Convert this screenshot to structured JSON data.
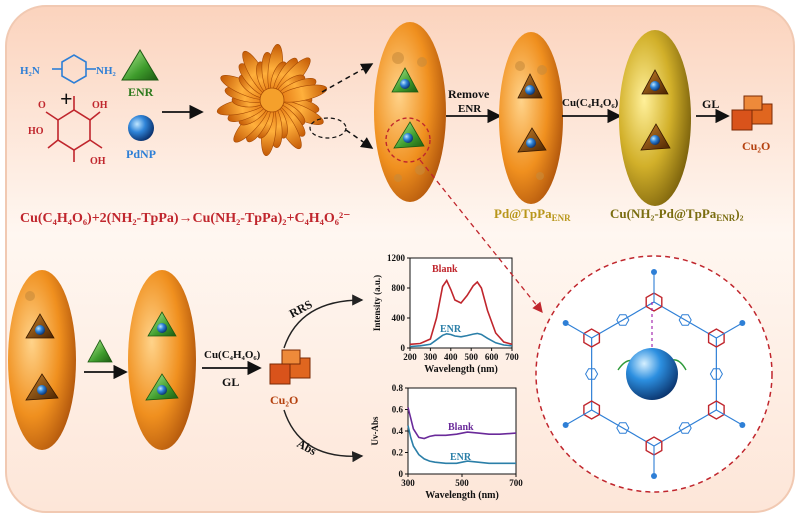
{
  "top_panel": {
    "reactant_amine": "H2N—C6H4—NH2",
    "reactant_amine_parts": [
      "H₂N",
      "NH₂"
    ],
    "reactant_aldehyde_parts": [
      "O",
      "OH",
      "HO",
      "OH"
    ],
    "plus": "+",
    "enr_label": "ENR",
    "pdnp_label": "PdNP",
    "remove_label_1": "Remove",
    "remove_label_2": "ENR",
    "cu_tartrate_label": "Cu(C₄H₄O₆)",
    "gl_label": "GL",
    "cu2o_label": "Cu₂O",
    "pd_tppa_label": "Pd@TpPa",
    "pd_tppa_sub": "ENR",
    "cu_complex_label": "Cu(NH₂-Pd@TpPa",
    "cu_complex_sub": "ENR",
    "cu_complex_suffix": ")₂",
    "equation": "Cu(C₄H₄O₆)+2(NH₂-TpPa)→Cu(NH₂-TpPa)₂+C₄H₄O₆²⁻"
  },
  "bottom_panel": {
    "cu_tartrate_label": "Cu(C₄H₄O₆)",
    "gl_label": "GL",
    "cu2o_label": "Cu₂O",
    "rrs_label": "RRS",
    "abs_label": "Abs"
  },
  "colors": {
    "background_panel": "#fde6d8",
    "ellipse_orange": "#f08c22",
    "ellipse_gold": "#b8961a",
    "enr_green": "#2f8f2a",
    "pd_blue": "#1f6fd0",
    "cu2o_orange": "#d9531b",
    "blank_red": "#c0262d",
    "blank_purple": "#6a2a9a",
    "enr_teal": "#2b7fa8"
  },
  "chart_data": [
    {
      "type": "line",
      "title": "",
      "xlabel": "Wavelength (nm)",
      "ylabel": "Intensity (a.u.)",
      "xlim": [
        200,
        700
      ],
      "ylim": [
        0,
        1200
      ],
      "x_ticks": [
        "200",
        "300",
        "400",
        "500",
        "600",
        "700"
      ],
      "y_ticks": [
        "0",
        "400",
        "800",
        "1200"
      ],
      "series": [
        {
          "name": "Blank",
          "x": [
            200,
            250,
            300,
            330,
            360,
            380,
            400,
            420,
            450,
            480,
            510,
            530,
            550,
            580,
            620,
            660,
            700
          ],
          "y": [
            50,
            60,
            120,
            400,
            820,
            900,
            780,
            640,
            600,
            700,
            830,
            880,
            800,
            500,
            200,
            80,
            50
          ]
        },
        {
          "name": "ENR",
          "x": [
            200,
            250,
            300,
            330,
            360,
            380,
            400,
            420,
            450,
            480,
            510,
            530,
            550,
            580,
            620,
            660,
            700
          ],
          "y": [
            20,
            30,
            50,
            110,
            170,
            190,
            180,
            160,
            150,
            165,
            185,
            195,
            180,
            130,
            70,
            40,
            30
          ]
        }
      ]
    },
    {
      "type": "line",
      "title": "",
      "xlabel": "Wavelength (nm)",
      "ylabel": "Uv-Abs",
      "xlim": [
        300,
        700
      ],
      "ylim": [
        0,
        0.8
      ],
      "x_ticks": [
        "300",
        "500",
        "700"
      ],
      "y_ticks": [
        "0",
        "0.2",
        "0.4",
        "0.6",
        "0.8"
      ],
      "series": [
        {
          "name": "Blank",
          "x": [
            300,
            310,
            320,
            340,
            360,
            380,
            400,
            440,
            480,
            520,
            560,
            600,
            640,
            700
          ],
          "y": [
            0.62,
            0.52,
            0.42,
            0.34,
            0.33,
            0.35,
            0.36,
            0.36,
            0.37,
            0.39,
            0.38,
            0.37,
            0.37,
            0.38
          ]
        },
        {
          "name": "ENR",
          "x": [
            300,
            310,
            320,
            340,
            360,
            380,
            400,
            440,
            480,
            520,
            560,
            600,
            640,
            700
          ],
          "y": [
            0.45,
            0.34,
            0.26,
            0.18,
            0.14,
            0.12,
            0.11,
            0.1,
            0.1,
            0.12,
            0.11,
            0.1,
            0.1,
            0.1
          ]
        }
      ]
    }
  ]
}
